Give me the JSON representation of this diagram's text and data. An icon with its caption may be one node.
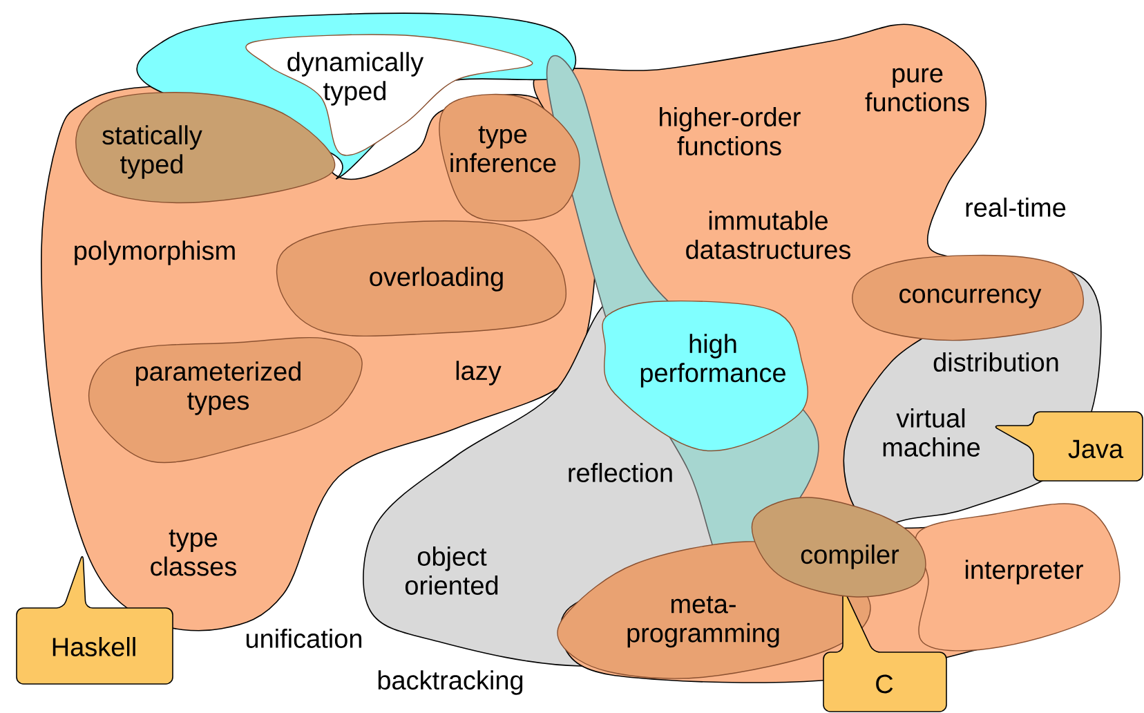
{
  "diagram": {
    "nodes": [
      {
        "text": [
          "dynamically typed"
        ]
      },
      {
        "text": [
          "statically typed"
        ]
      },
      {
        "text": [
          "type inference"
        ]
      },
      {
        "text": [
          "overloading"
        ]
      },
      {
        "text": [
          "parameterized types"
        ]
      },
      {
        "text": [
          "high performance"
        ]
      },
      {
        "text": [
          "concurrency"
        ]
      },
      {
        "text": [
          "compiler"
        ]
      },
      {
        "text": [
          "meta-programming"
        ]
      },
      {
        "text": [
          "interpreter"
        ]
      },
      {
        "text": [
          "Haskell"
        ]
      },
      {
        "text": [
          "Java"
        ]
      },
      {
        "text": [
          "C"
        ]
      }
    ],
    "labels": [
      "polymorphism",
      "lazy",
      "type classes",
      "unification",
      "backtracking",
      "object oriented",
      "reflection",
      "higher-order functions",
      "pure functions",
      "immutable datastructures",
      "real-time",
      "distribution",
      "virtual machine"
    ]
  }
}
